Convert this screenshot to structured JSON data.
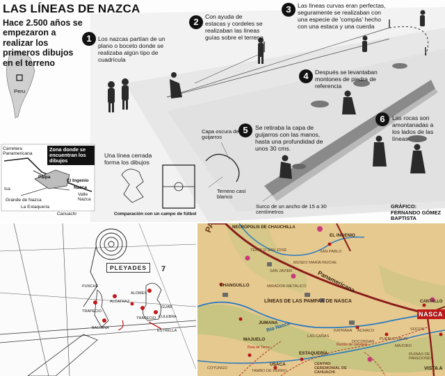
{
  "infographic": {
    "title": "LAS LÍNEAS DE NAZCA",
    "subtitle": "Hace 2.500 años se empezaron a realizar los primeros dibujos en el terreno",
    "steps": [
      {
        "number": "1",
        "text": "Los nazcas partían de un plano o boceto donde se realizaba algún tipo de cuadrícula"
      },
      {
        "number": "2",
        "text": "Con ayuda de estacas y cordeles se realizaban las líneas guías sobre el terreno"
      },
      {
        "number": "3",
        "text": "Las líneas curvas eran perfectas, seguramente se realizaban con una especie de 'compás' hecho con una estaca y una cuerda"
      },
      {
        "number": "4",
        "text": "Después se levantaban montones de piedra de referencia"
      },
      {
        "number": "5",
        "text": "Se retiraba la capa de guijarros con las manos, hasta una profundidad de unos 30 cms."
      },
      {
        "number": "6",
        "text": "Las rocas son amontanadas a los lados de las líneas"
      }
    ],
    "locator": {
      "country": "Peru"
    },
    "inset_map": {
      "carretera": "Carretera Panamericana",
      "zone": "Zona donde se encuentran los dibujos",
      "places": [
        "Ica",
        "Palpa",
        "El Ingenio",
        "Nazca",
        "Grande de Nazca",
        "Valle Nazca",
        "La Estaquería",
        "Canuachi"
      ]
    },
    "labels": {
      "gravel": "Capa oscura de guijarros",
      "closed_line": "Una línea cerrada forma los dibujos",
      "soil": "Terreno casi blanco",
      "comparison": "Comparación con un campo de fútbol",
      "furrow": "Surco de un ancho de 15 a 30 centímetros"
    },
    "credit": "GRÁFICO: FERNANDO GÓMEZ BAPTISTA"
  },
  "sketch": {
    "label": "PLEYADES",
    "number": "7",
    "annotations": [
      "PUNCHE",
      "TRAPECIO",
      "BALLENA",
      "ALCATRAZ",
      "ALOMES",
      "TRAPECIO",
      "GUAR",
      "CULEBRA",
      "ESTRELLA"
    ]
  },
  "map": {
    "palpa": "PALPA",
    "necropolis": "NECRÓPOLIS DE CHAUCHILLA",
    "el_ingenio": "EL INGENIO",
    "panamericana": "Panamericana",
    "lines_title": "LÍNEAS DE LAS PAMPAS DE NASCA",
    "rio_nasca": "Río Nasca",
    "nasca": "NASCA",
    "cantallo": "CANTALLO",
    "vista": "VISTA A",
    "labels": [
      "TEMPLO SAN JOSÉ",
      "SAN PABLO",
      "MUSEO MARÍA REICHE",
      "SAN JAVIER",
      "MIRADOR METÁLICO",
      "CHANGUILLO",
      "JUMANA",
      "MAJUELO",
      "LAS CAÑAS",
      "KAYRAHA",
      "ACHACO",
      "SOCOS",
      "PUEBLO VIEJO",
      "MAJORO",
      "COYUNGO",
      "USACA",
      "ESTAQUERÍA",
      "CENTRO CEREMONIAL DE CAHUACHI",
      "TAMBO DE PERRO",
      "RUINAS DE PAREDONES",
      "DOCONSAN",
      "Ruta de Tierra",
      "Rumbo de carretera"
    ]
  },
  "colors": {
    "map_bg": "#e6c98f",
    "road": "#8a1a1a",
    "river": "#2a7ac0",
    "ink": "#111111"
  }
}
